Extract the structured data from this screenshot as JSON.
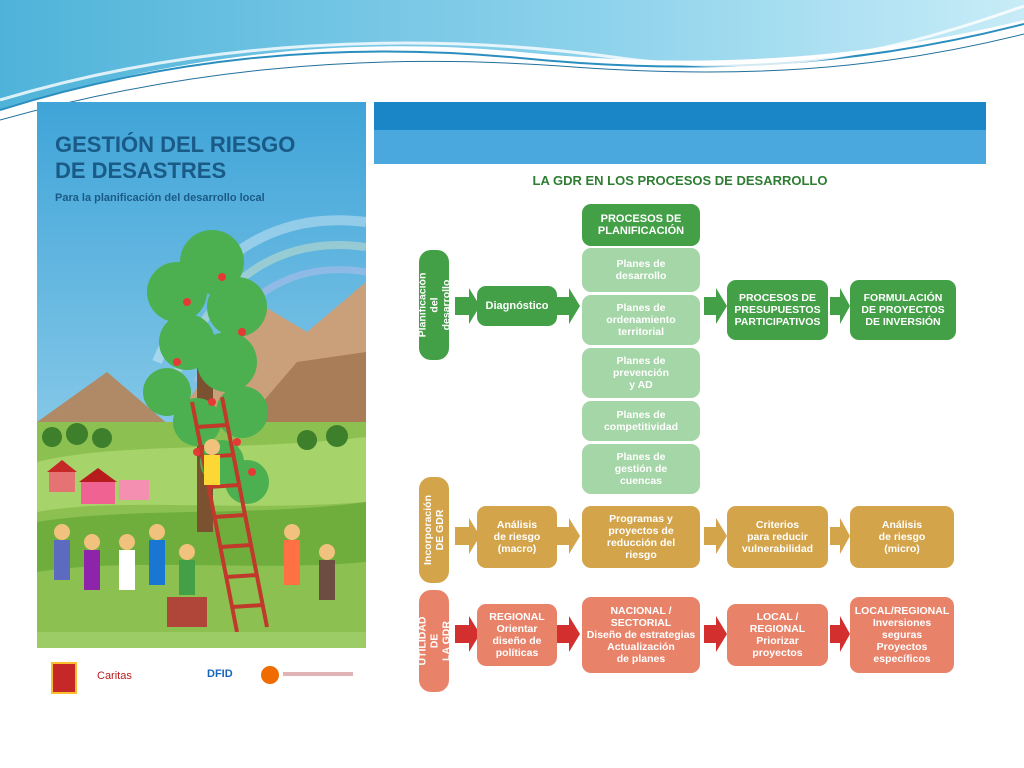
{
  "cover": {
    "title_line1": "GESTIÓN DEL RIESGO",
    "title_line2": "DE DESASTRES",
    "subtitle": "Para la planificación del desarrollo local",
    "logos": [
      "Caritas",
      "DFID"
    ]
  },
  "diagram": {
    "title": "LA GDR EN LOS PROCESOS DE DESARROLLO",
    "row_labels": {
      "planificacion": "Planificación\ndel desarrollo",
      "incorporacion": "Incorporación\nDE GDR",
      "utilidad": "UTILIDAD DE\nLA GDR"
    },
    "planificacion": {
      "header": "PROCESOS DE\nPLANIFICACIÓN",
      "diagnostico": "Diagnóstico",
      "planes": [
        "Planes de\ndesarrollo",
        "Planes de\nordenamiento\nterritorial",
        "Planes de\nprevención\ny AD",
        "Planes de\ncompetitividad",
        "Planes de\ngestión de\ncuencas"
      ],
      "presupuestos": "PROCESOS DE\nPRESUPUESTOS\nPARTICIPATIVOS",
      "formulacion": "FORMULACIÓN\nDE PROYECTOS\nDE INVERSIÓN"
    },
    "incorporacion": {
      "b1": "Análisis\nde riesgo\n(macro)",
      "b2": "Programas y\nproyectos de\nreducción del\nriesgo",
      "b3": "Criterios\npara reducir\nvulnerabilidad",
      "b4": "Análisis\nde riesgo\n(micro)"
    },
    "utilidad": {
      "b1": "REGIONAL\nOrientar\ndiseño de\npolíticas",
      "b2": "NACIONAL /\nSECTORIAL\nDiseño de estrategias\nActualización\nde planes",
      "b3": "LOCAL /\nREGIONAL\nPriorizar\nproyectos",
      "b4": "LOCAL/REGIONAL\nInversiones\nseguras\nProyectos\nespecíficos"
    },
    "colors": {
      "dark_green": "#43a047",
      "light_green": "#a5d6a7",
      "gold": "#d4a44a",
      "salmon": "#e8836a",
      "red_arrow": "#d32f2f"
    }
  }
}
